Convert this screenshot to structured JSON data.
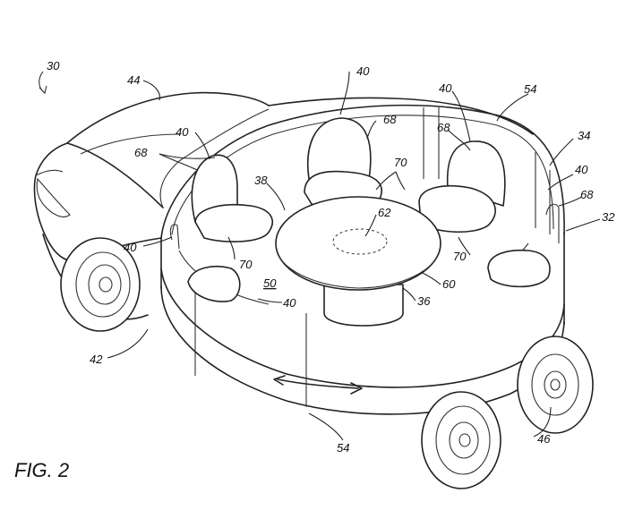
{
  "figure_label": "FIG. 2",
  "labels": {
    "ref_30": "30",
    "ref_44": "44",
    "ref_40_top": "40",
    "ref_40_topright": "40",
    "ref_54_top": "54",
    "ref_40_left": "40",
    "ref_68_center": "68",
    "ref_68_right": "68",
    "ref_34": "34",
    "ref_68_left": "68",
    "ref_70_top": "70",
    "ref_38": "38",
    "ref_62": "62",
    "ref_40_far_right": "40",
    "ref_68_far_right": "68",
    "ref_32": "32",
    "ref_40_side": "40",
    "ref_70_left": "70",
    "ref_70_right": "70",
    "ref_50": "50",
    "ref_60": "60",
    "ref_40_bottom": "40",
    "ref_36": "36",
    "ref_42": "42",
    "ref_54_bottom": "54",
    "ref_46": "46"
  },
  "icons": {
    "slide_arrow": "double-headed-arrow-icon",
    "curved_arrow": "curved-arrow-icon"
  }
}
